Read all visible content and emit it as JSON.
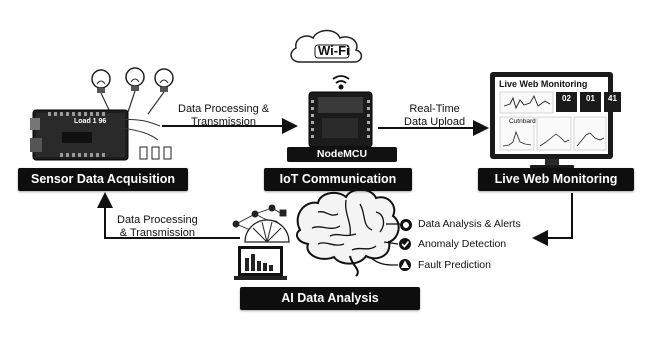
{
  "stages": {
    "sensor": "Sensor Data Acquisition",
    "iot": "IoT Communication",
    "web": "Live Web Monitoring",
    "ai": "AI Data Analysis"
  },
  "flows": {
    "sensor_to_iot": [
      "Data Processing &",
      "Transmission"
    ],
    "iot_to_web": [
      "Real-Time",
      "Data Upload"
    ],
    "ai_to_sensor": [
      "Data Processing",
      "& Transmission"
    ]
  },
  "hardware": {
    "board_label": "Load 1 96",
    "nodemcu_label": "NodeMCU",
    "wifi_label": "Wi-Fi"
  },
  "web_screen": {
    "title": "Live Web Monitoring",
    "stats": [
      "02",
      "01",
      "41"
    ],
    "card_title": "Cutnbard"
  },
  "ai_outputs": [
    {
      "label": "Data Analysis & Alerts",
      "icon": "clock-icon"
    },
    {
      "label": "Anomaly Detection",
      "icon": "check-icon"
    },
    {
      "label": "Fault Prediction",
      "icon": "warning-icon"
    }
  ],
  "colors": {
    "tag_bg": "#0e0e0e",
    "tag_text": "#ffffff",
    "arrow": "#111111"
  }
}
